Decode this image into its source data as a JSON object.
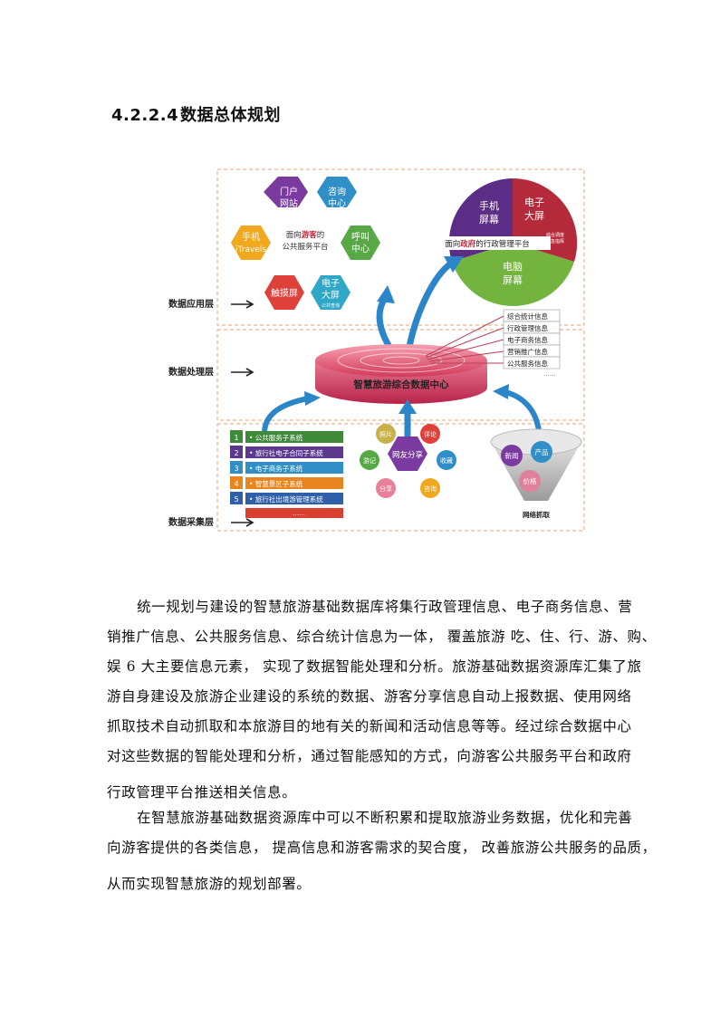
{
  "heading": {
    "number": "4.2.2.4",
    "title": "数据总体规划"
  },
  "figure": {
    "layers": {
      "app": "数据应用层",
      "process": "数据处理层",
      "collect": "数据采集层"
    },
    "public_platform": {
      "line1_prefix": "面向",
      "line1_highlight": "游客",
      "line1_suffix": "的",
      "line2": "公共服务平台",
      "hexes": {
        "portal": [
          "门户",
          "网站"
        ],
        "consult": [
          "咨询",
          "中心"
        ],
        "mobile": [
          "手机",
          "iTravels"
        ],
        "call": [
          "呼叫",
          "中心"
        ],
        "touch": [
          "触摸屏"
        ],
        "bigscreen": [
          "电子",
          "大屏"
        ],
        "bigscreen_sub": "公共查询"
      }
    },
    "gov_platform": {
      "prefix": "面向",
      "highlight": "政府",
      "suffix": "的行政管理平台",
      "segments": {
        "mobile": [
          "手机",
          "屏幕"
        ],
        "bigscreen": [
          "电子",
          "大屏"
        ],
        "bigscreen_sub": [
          "综合调度",
          "应急指挥"
        ],
        "pc": [
          "电脑",
          "屏幕"
        ]
      }
    },
    "data_center": "智慧旅游综合数据中心",
    "info_list": [
      "综合统计信息",
      "行政管理信息",
      "电子商务信息",
      "营销推广信息",
      "公共服务信息",
      "……"
    ],
    "subsystems": [
      {
        "num": "1",
        "label": "• 公共服务子系统",
        "color": "#3f8a3a"
      },
      {
        "num": "2",
        "label": "• 旅行社电子合同子系统",
        "color": "#5b3a8e"
      },
      {
        "num": "3",
        "label": "• 电子商务子系统",
        "color": "#2f8fc6"
      },
      {
        "num": "4",
        "label": "• 智慧景区子系统",
        "color": "#e8851f"
      },
      {
        "num": "5",
        "label": "• 旅行社出境游管理系统",
        "color": "#2f5fa8"
      }
    ],
    "subsystems_more": "……",
    "share": {
      "center": "网友分享",
      "items": [
        "照片",
        "评论",
        "游记",
        "收藏",
        "分享",
        "咨询"
      ]
    },
    "crawl": {
      "items": [
        "新闻",
        "产品",
        "价格"
      ],
      "label": "网络抓取"
    }
  },
  "paragraphs": [
    {
      "lines": [
        "统一规划与建设的智慧旅游基础数据库将集行政管理信息、电子商务信息、营",
        "销推广信息、公共服务信息、综合统计信息为一体， 覆盖旅游 吃、住、行、游、购、",
        "娱  6  大主要信息元素，   实现了数据智能处理和分析。旅游基础数据资源库汇集了旅",
        "游自身建设及旅游企业建设的系统的数据、游客分享信息自动上报数据、使用网络",
        "抓取技术自动抓取和本旅游目的地有关的新闻和活动信息等等。经过综合数据中心",
        "对这些数据的智能处理和分析，通过智能感知的方式，向游客公共服务平台和政府",
        "行政管理平台推送相关信息。"
      ]
    },
    {
      "lines": [
        "在智慧旅游基础数据资源库中可以不断积累和提取旅游业务数据，优化和完善",
        "向游客提供的各类信息，  提高信息和游客需求的契合度，  改善旅游公共服务的品质，",
        "从而实现智慧旅游的规划部署。"
      ]
    }
  ],
  "colors": {
    "heading": "#111111",
    "hex_purple": "#7b3aa0",
    "hex_blue": "#2f8fc6",
    "hex_orange": "#f0a81e",
    "hex_green": "#58a845",
    "hex_red": "#e0403a",
    "hex_teal": "#2fa8c8",
    "pie_purple": "#5b2d86",
    "pie_red": "#b52a3a",
    "pie_green": "#72b43e",
    "arrow_blue": "#2a86c8",
    "disk_red": "#d23a5a"
  }
}
